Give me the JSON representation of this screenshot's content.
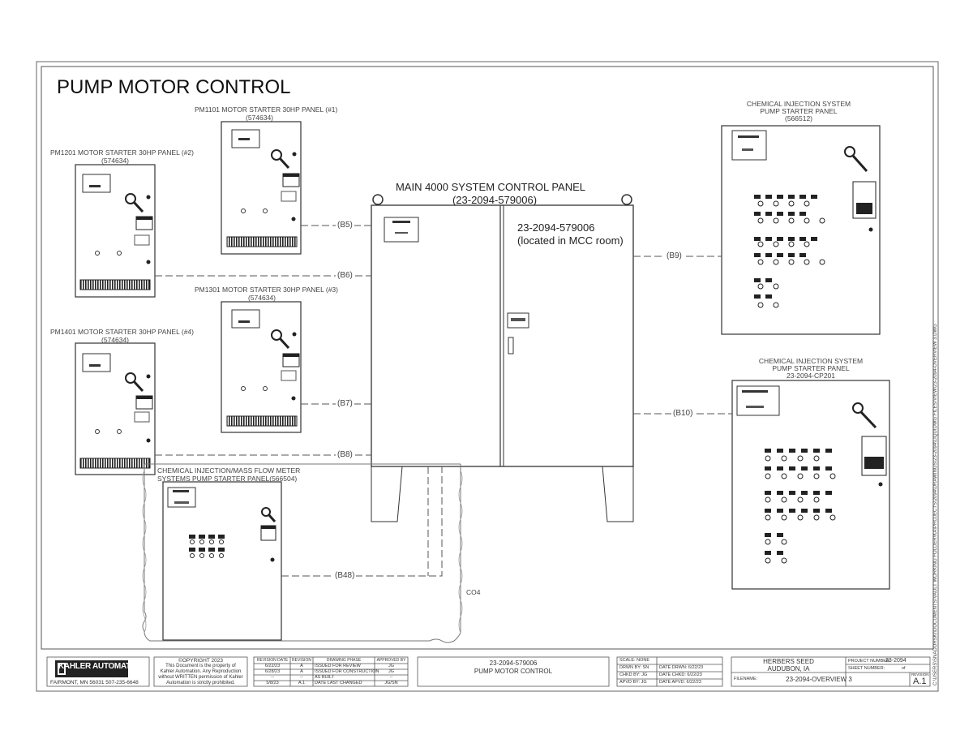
{
  "sheet": {
    "title": "PUMP MOTOR CONTROL",
    "side_path": "C:\\USERS\\SNADORSKI\\DOCUMENTS\\VAULT WORKING FOLDER\\KA\\PROJECTS\\2094\\DRAWINGS\\23-2094\\LIQUIDWG FILES\\VIEW\\23-2094-OVERVIEW 3.DWG"
  },
  "main_panel": {
    "title": "MAIN 4000 SYSTEM CONTROL PANEL",
    "number": "(23-2094-579006)",
    "door_note_1": "23-2094-579006",
    "door_note_2": "(located in MCC room)"
  },
  "panels": [
    {
      "name": "PM1101 MOTOR STARTER 30HP PANEL (#1)",
      "id": "(574634)"
    },
    {
      "name": "PM1201 MOTOR STARTER 30HP PANEL (#2)",
      "id": "(574634)"
    },
    {
      "name": "PM1301 MOTOR STARTER 30HP PANEL (#3)",
      "id": "(574634)"
    },
    {
      "name": "PM1401 MOTOR STARTER 30HP PANEL (#4)",
      "id": "(574634)"
    },
    {
      "name": "CHEMICAL INJECTION/MASS FLOW METER",
      "name2": "SYSTEMS PUMP STARTER PANEL(566504)"
    },
    {
      "name": "CHEMICAL INJECTION SYSTEM",
      "name2": "PUMP STARTER PANEL",
      "id": "(566512)"
    },
    {
      "name": "CHEMICAL INJECTION SYSTEM",
      "name2": "PUMP STARTER PANEL",
      "id": "23-2094-CP201"
    }
  ],
  "cables": [
    "(B5)",
    "(B6)",
    "(B7)",
    "(B8)",
    "(B9)",
    "(B10)",
    "(B48)"
  ],
  "zone_label": "CO4",
  "title_block": {
    "company": "KAHLER AUTOMATION",
    "company_addr": "FAIRMONT, MN 56031  507-235-6648",
    "copyright_year": "©OPYRIGHT 2023",
    "copyright_text": [
      "This Document is the property of",
      "Kahler Automation. Any Reproduction",
      "without WRITTEN permission of Kahler",
      "Automation is strictly prohibited."
    ],
    "rev_headers": [
      "REVISION DATE",
      "REVISION",
      "DRAWING PHASE",
      "APPROVED BY"
    ],
    "rev_rows": [
      [
        "6/22/23",
        "A",
        "ISSUED FOR REVIEW",
        "JG"
      ],
      [
        "6/28/23",
        "A",
        "ISSUED FOR CONSTRUCTION",
        "JG"
      ],
      [
        "--",
        "--",
        "AS BUILT",
        "--"
      ],
      [
        "5/8/23",
        "A.1",
        "DATE LAST CHANGED",
        "JG/SN"
      ]
    ],
    "drawing_number": "23-2094-579006",
    "drawing_title": "PUMP MOTOR CONTROL",
    "scale": "SCALE:  NONE",
    "drwn_by": "DRWN BY:  SN",
    "chkd_by": "CHKD BY:  JG",
    "apvd_by": "APVD BY:  JG",
    "date_drwn": "DATE DRWN:    6/22/23",
    "date_chkd": "DATE CHKD:    6/22/23",
    "date_apvd": "DATE APVD:    6/22/23",
    "client": "HERBERS SEED",
    "location": "AUDUBON, IA",
    "filename_label": "FILENAME:",
    "filename": "23-2094-OVERVIEW 3",
    "project_label": "PROJECT NUMBER:",
    "project_number": "23-2094",
    "sheet_label": "SHEET NUMBER:",
    "sheet_value": "of",
    "revision_label": "REVISION",
    "revision_value": "A.1"
  },
  "colors": {
    "line": "#555555",
    "dark": "#222222",
    "light": "#999999"
  }
}
